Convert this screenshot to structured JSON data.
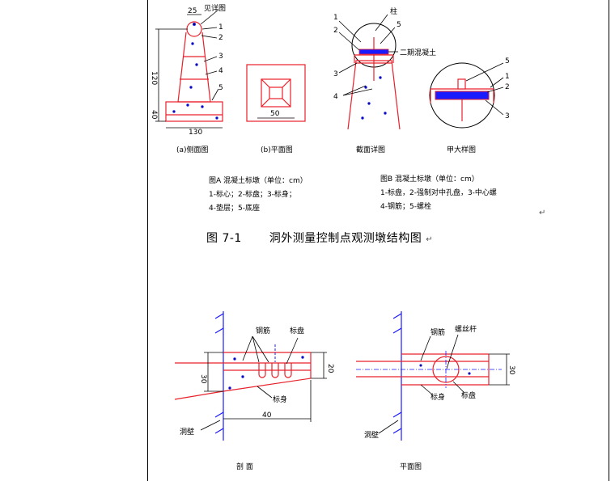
{
  "drawings": {
    "side": {
      "dim_top": "25",
      "label_hatch": "见详图",
      "num1": "1",
      "num2": "2",
      "num3": "3",
      "num4": "4",
      "num5": "5",
      "dim_h1": "120",
      "dim_h2": "40",
      "dim_w": "130",
      "caption": "(a)侧面图"
    },
    "plan": {
      "dim": "50",
      "caption": "(b)平面图"
    },
    "section": {
      "num1": "1",
      "num2": "2",
      "num3": "3",
      "num4": "4",
      "num5": "5",
      "label_top": "柱",
      "label_mortar": "二期混凝土",
      "caption": "截面详图"
    },
    "detail": {
      "num5": "5",
      "num1": "1",
      "num2": "2",
      "num3": "3",
      "caption": "甲大样图"
    }
  },
  "notes_left": {
    "line1": "图A 混凝土标墩（单位：cm）",
    "line2": "1-标心；2-标盘；3-标身；",
    "line3": "4-垫层；5-底座"
  },
  "notes_right": {
    "line1": "图B 混凝土标墩（单位：cm）",
    "line2": "1-标盘，2-强制对中孔盘，3-中心螺",
    "line3": "4-钢筋；5-螺栓"
  },
  "figure_caption": {
    "number": "图 7-1",
    "title": "洞外测量控制点观测墩结构图"
  },
  "lower_left": {
    "label_bar": "钢筋",
    "label_plate": "标盘",
    "label_body": "标身",
    "label_wall": "洞壁",
    "dim_h": "30",
    "dim_h2": "20",
    "dim_w": "40",
    "caption": "剖    面"
  },
  "lower_right": {
    "label_bar": "钢筋",
    "label_center": "螺丝杆",
    "label_body": "标身",
    "label_plate": "标盘",
    "label_wall": "洞壁",
    "dim_h": "30",
    "caption": "平面图"
  },
  "colors": {
    "outline": "#e8202a",
    "hatch": "#1a1aff",
    "dimension": "#000000"
  }
}
